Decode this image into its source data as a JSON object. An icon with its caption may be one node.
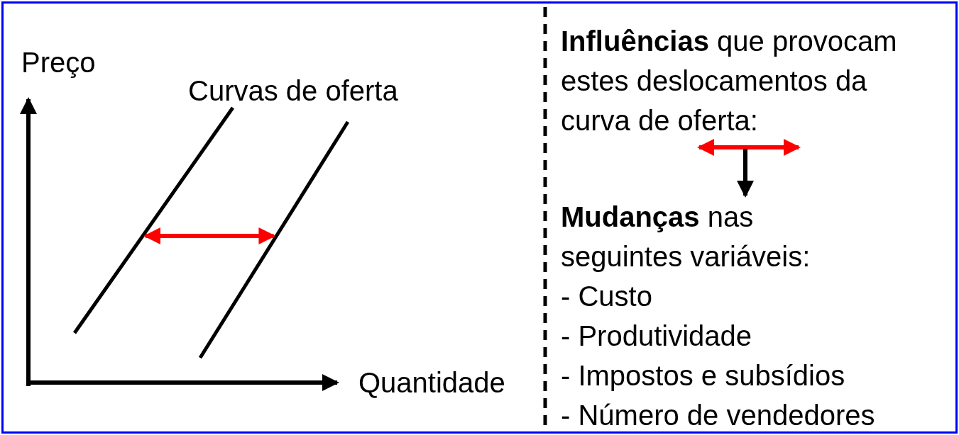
{
  "diagram": {
    "nodes": [
      {
        "text": [],
        "shape": "line"
      },
      {
        "text": [],
        "shape": "line"
      },
      {
        "text": [
          "**Influências** que provocam estes deslocamentos da curva de oferta:"
        ]
      },
      {
        "text": [
          "**Mudanças** nas seguintes variáveis:",
          "- Custo",
          "- Produtividade",
          "- Impostos e subsídios",
          "- Número de vendedores"
        ]
      }
    ],
    "edges": [
      {
        "from": 0,
        "to": 1,
        "arrow": "both",
        "color": "#ff0000"
      },
      {
        "from": 2,
        "to": 3,
        "arrow": "to",
        "color": "#000000"
      }
    ],
    "labels": [
      "Preço",
      "Curvas de oferta",
      "Quantidade"
    ]
  }
}
